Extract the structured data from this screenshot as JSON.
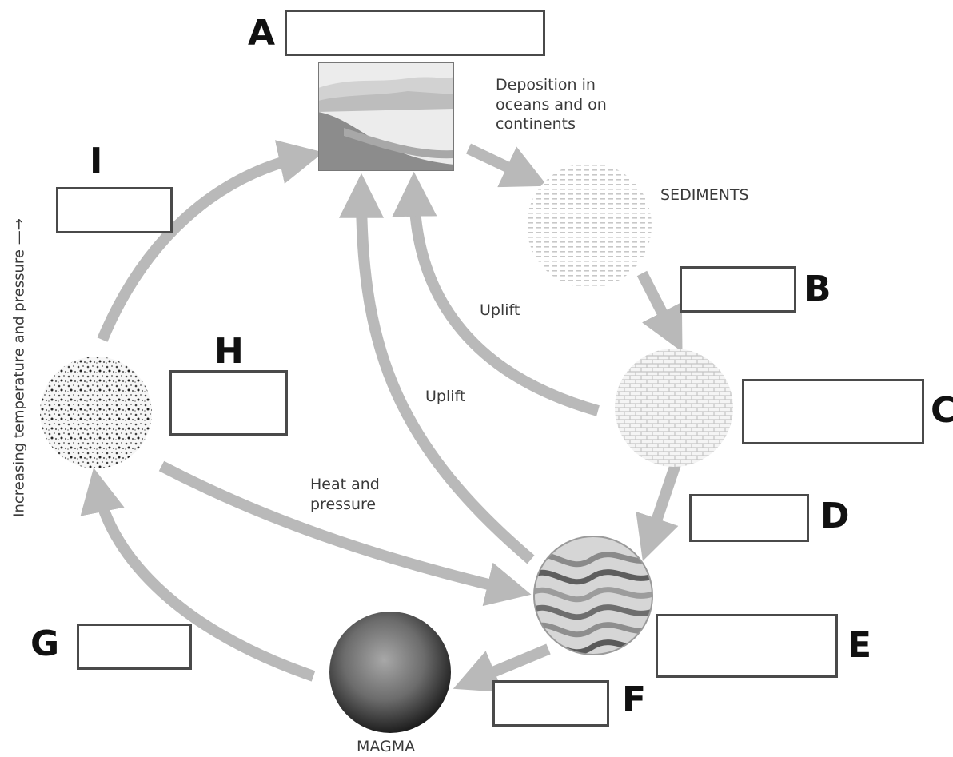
{
  "labels": {
    "A": "A",
    "B": "B",
    "C": "C",
    "D": "D",
    "E": "E",
    "F": "F",
    "G": "G",
    "H": "H",
    "I": "I"
  },
  "captions": {
    "deposition": "Deposition in oceans and on continents",
    "sediments": "SEDIMENTS",
    "uplift_inner": "Uplift",
    "uplift_outer": "Uplift",
    "heat_pressure": "Heat and pressure",
    "magma": "MAGMA",
    "side_axis": "Increasing temperature and pressure"
  },
  "colors": {
    "arrow": "#b9b9b9",
    "box_border": "#4a4a4a",
    "label": "#111111",
    "caption": "#3a3a3a"
  }
}
